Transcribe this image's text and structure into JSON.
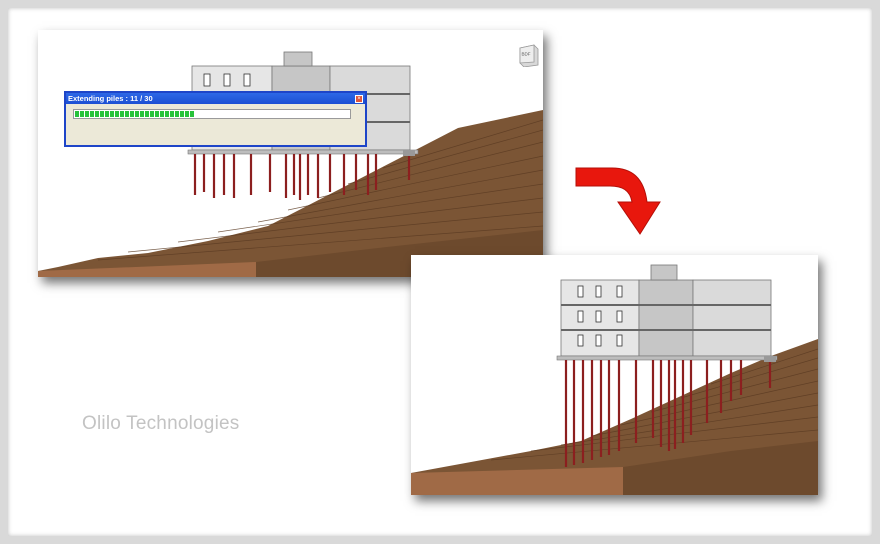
{
  "progress": {
    "title": "Extending piles : 11 / 30",
    "done": 11,
    "total": 30,
    "fill_fraction": 0.43,
    "bar_color": "#27c23a",
    "title_color": "#1e45c8"
  },
  "viewcube": {
    "label": "BDF",
    "icon": "viewcube-icon"
  },
  "watermark": "Olilo Technologies",
  "arrow": {
    "icon": "curved-arrow-icon",
    "color": "#e8170d"
  },
  "colors": {
    "soil_top": "#7b5535",
    "soil_dark": "#6d4a2d",
    "soil_base": "#a06a46",
    "pile": "#8c1f1f",
    "building": "#c6c6c6"
  },
  "views": {
    "before": {
      "description_icon": "building-on-slope-piles-short"
    },
    "after": {
      "description_icon": "building-on-slope-piles-extended"
    }
  }
}
